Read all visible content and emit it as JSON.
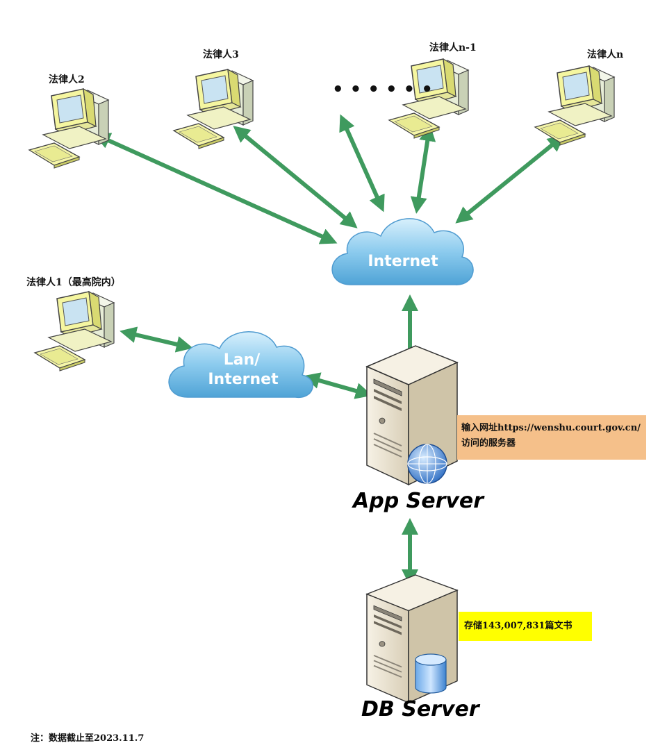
{
  "clients": {
    "c2": "法律人2",
    "c3": "法律人3",
    "dots": "• • • • • •",
    "cn1": "法律人n-1",
    "cn": "法律人n",
    "c1": "法律人1（最高院内）"
  },
  "clouds": {
    "internet": "Internet",
    "lan_line1": "Lan/",
    "lan_line2": "Internet"
  },
  "app_server": {
    "title": "App Server",
    "note_line1": "输入网址https://wenshu.court.gov.cn/",
    "note_line2": "访问的服务器"
  },
  "db_server": {
    "title": "DB Server",
    "note": "存储143,007,831篇文书"
  },
  "footnote": "注：数据截止至2023.11.7",
  "colors": {
    "arrow": "#3f9a5e",
    "cloud": "#7cc3ea",
    "monitor": "#f1f27a",
    "app_note_bg": "#f5c08a",
    "db_note_bg": "#ffff00"
  }
}
